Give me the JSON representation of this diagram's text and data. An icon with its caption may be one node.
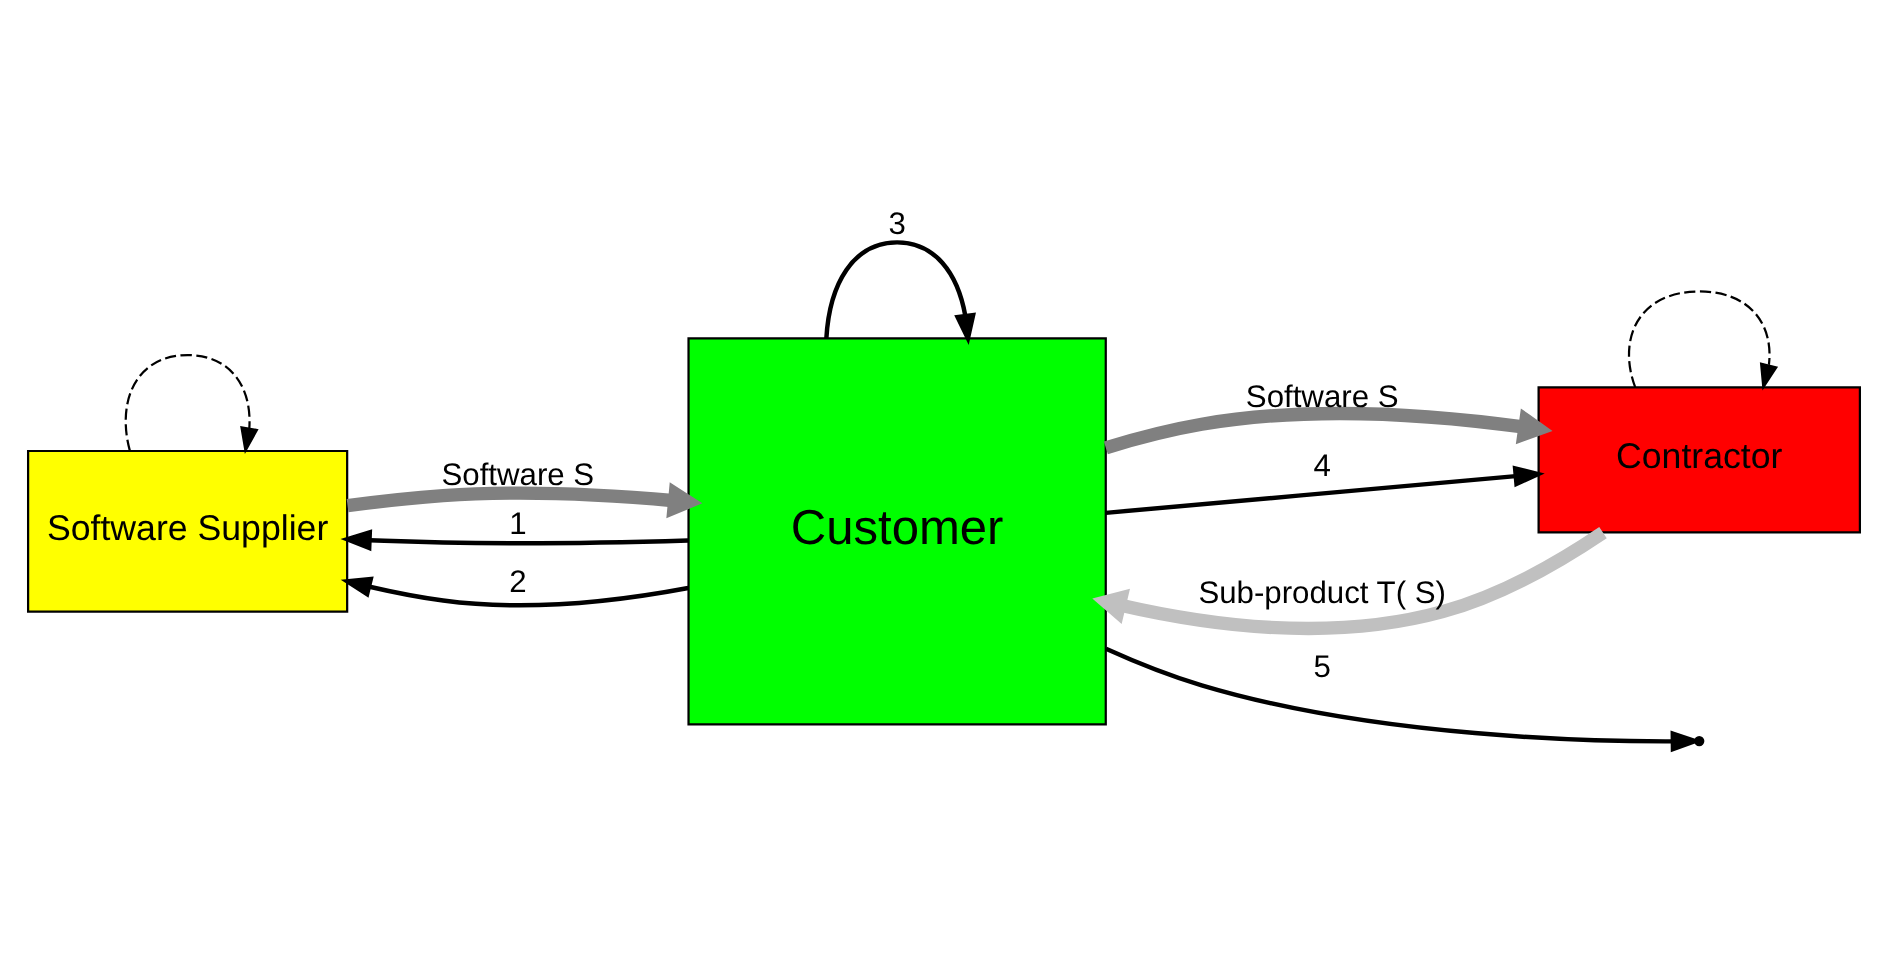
{
  "diagram": {
    "nodes": [
      {
        "text": [
          "Software Supplier"
        ]
      },
      {
        "text": [
          "Customer"
        ]
      },
      {
        "text": [
          "Contractor"
        ]
      }
    ],
    "edges": [
      {
        "from": 0,
        "to": 1,
        "arrow": "to",
        "label": "Software S",
        "style": "thick",
        "color": "#808080"
      },
      {
        "from": 1,
        "to": 2,
        "arrow": "to",
        "label": "Software S",
        "style": "thick",
        "color": "#808080"
      },
      {
        "from": 2,
        "to": 1,
        "arrow": "to",
        "label": "Sub-product T( S)",
        "style": "thick",
        "color": "#c0c0c0"
      },
      {
        "from": 1,
        "to": 0,
        "arrow": "to",
        "label": "1"
      },
      {
        "from": 1,
        "to": 0,
        "arrow": "to",
        "label": "2"
      },
      {
        "from": 1,
        "to": 1,
        "arrow": "to",
        "label": "3"
      },
      {
        "from": 1,
        "to": 2,
        "arrow": "to",
        "label": "4"
      },
      {
        "from": 1,
        "to": null,
        "arrow": "to",
        "label": "5"
      },
      {
        "from": 0,
        "to": 0,
        "arrow": "to",
        "style": "dashed"
      },
      {
        "from": 2,
        "to": 2,
        "arrow": "to",
        "style": "dashed"
      }
    ]
  }
}
